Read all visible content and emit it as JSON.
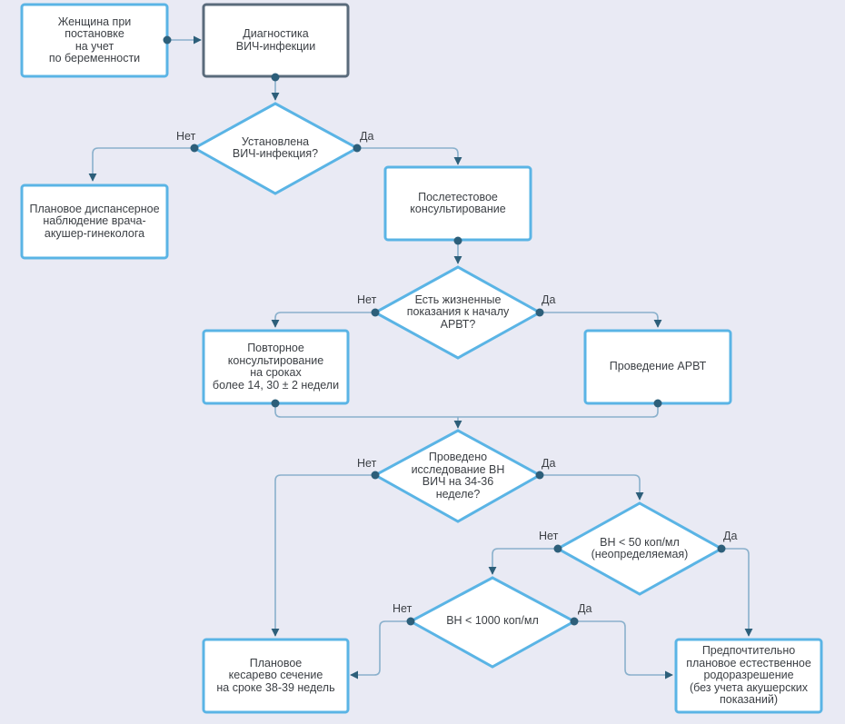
{
  "nodes": {
    "woman": "Женщина при\nпостановке\nна учет\nпо беременности",
    "diagnostics": "Диагностика\nВИЧ-инфекции",
    "hiv_established": "Установлена\nВИЧ-инфекция?",
    "dispensary": "Плановое диспансерное\nнаблюдение врача-\nакушер-гинеколога",
    "post_test": "Послетестовое\nконсультирование",
    "vital_indications": "Есть жизненные\nпоказания к началу\nАРВТ?",
    "repeat_consult": "Повторное\nконсультирование\nна сроках\nболее 14, 30 ± 2 недели",
    "arvt": "Проведение АРВТ",
    "vl_test_done": "Проведено\nисследование ВН\nВИЧ на 34-36\nнеделе?",
    "vl_below_50": "ВН < 50 коп/мл\n(неопределяемая)",
    "vl_below_1000": "ВН < 1000 коп/мл",
    "cesarean": "Плановое\nкесарево сечение\nна сроке 38-39 недель",
    "natural_birth": "Предпочтительно\nплановое естественное\nродоразрешение\n(без учета акушерских\nпоказаний)"
  },
  "labels": {
    "yes": "Да",
    "no": "Нет"
  },
  "colors": {
    "background": "#e9eaf4",
    "box_border": "#5ab4e5",
    "box_border_dark": "#5a6b7b",
    "box_fill": "#ffffff",
    "connector": "#8ab0cc",
    "arrow": "#2d5f7a"
  }
}
